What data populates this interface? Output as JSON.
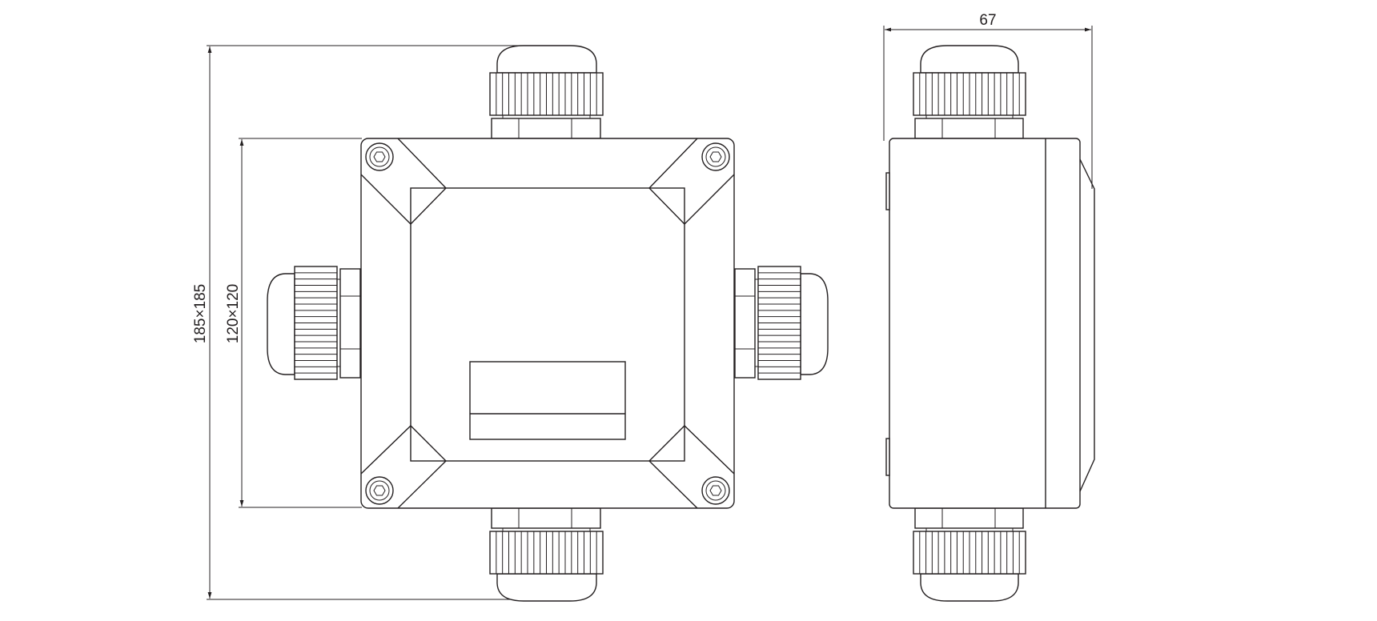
{
  "drawing": {
    "dimensions": {
      "overall": "185×185",
      "enclosure": "120×120",
      "depth": "67"
    },
    "colors": {
      "line": "#231f20",
      "background": "#ffffff"
    },
    "views": [
      "front-view",
      "side-view"
    ],
    "icons": [
      "hex-socket-screw-icon",
      "cable-gland-icon"
    ]
  }
}
